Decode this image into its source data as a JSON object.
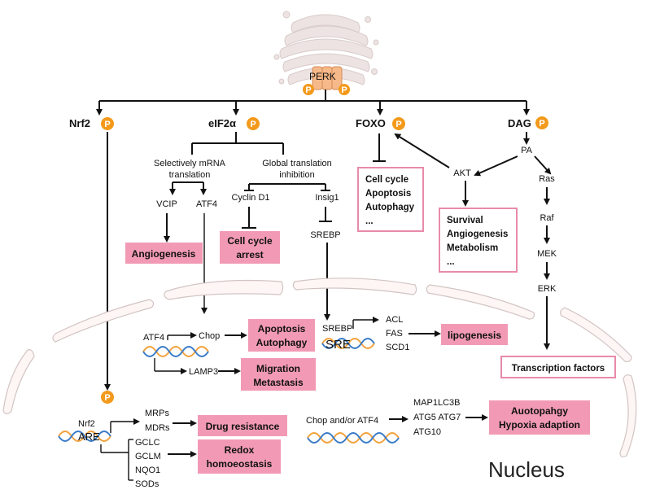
{
  "colors": {
    "pink_fill": "#f29ab5",
    "pink_border": "#e88aab",
    "phospho": "#f39a1b",
    "perk": "#f6b98a",
    "er_membrane": "#e9dedd"
  },
  "icons": [
    "er-membrane-icon",
    "perk-receptor-icon",
    "phosphate-icon",
    "dna-helix-icon"
  ],
  "perk": {
    "label": "PERK"
  },
  "phospho_label": "P",
  "branches": {
    "nrf2": "Nrf2",
    "eif2a": "eIF2α",
    "foxo": "FOXO",
    "dag": "DAG"
  },
  "eif2a_sub": {
    "selective": [
      "Selectively mRNA",
      "translation"
    ],
    "global": [
      "Global translation",
      "inhibition"
    ],
    "vcip": "VCIP",
    "atf4": "ATF4",
    "cyclin_d1": "Cyclin D1",
    "insig1": "Insig1",
    "srebp": "SREBP"
  },
  "dag_chain": {
    "pa": "PA",
    "akt": "AKT",
    "ras": "Ras",
    "raf": "Raf",
    "mek": "MEK",
    "erk": "ERK"
  },
  "boxes": {
    "angiogenesis": "Angiogenesis",
    "cell_cycle_arrest": [
      "Cell cycle",
      "arrest"
    ],
    "foxo_outcomes": [
      "Cell cycle",
      "Apoptosis",
      "Autophagy",
      "..."
    ],
    "akt_outcomes": [
      "Survival",
      "Angiogenesis",
      "Metabolism",
      "..."
    ],
    "transcription_factors": "Transcription factors",
    "apoptosis_autophagy": [
      "Apoptosis",
      "Autophagy"
    ],
    "migration_metastasis": [
      "Migration",
      "Metastasis"
    ],
    "lipogenesis": "lipogenesis",
    "drug_resistance": "Drug resistance",
    "redox": [
      "Redox",
      "homoeostasis"
    ],
    "autophagy_hypoxia": [
      "Auotopahgy",
      "Hypoxia adaption"
    ]
  },
  "nucleus": {
    "label": "Nucleus",
    "atf4": "ATF4",
    "chop": "Chop",
    "lamp3": "LAMP3",
    "srebp": "SREBP",
    "sre": "SRE",
    "sre_genes": [
      "ACL",
      "FAS",
      "SCD1"
    ],
    "nrf2": "Nrf2",
    "are": "ARE",
    "mrps": "MRPs",
    "mdrs": "MDRs",
    "redox_genes": [
      "GCLC",
      "GCLM",
      "NQO1",
      "SODs"
    ],
    "chop_atf4": "Chop and/or ATF4",
    "autophagy_genes": [
      "MAP1LC3B",
      "ATG5 ATG7",
      "ATG10"
    ]
  }
}
